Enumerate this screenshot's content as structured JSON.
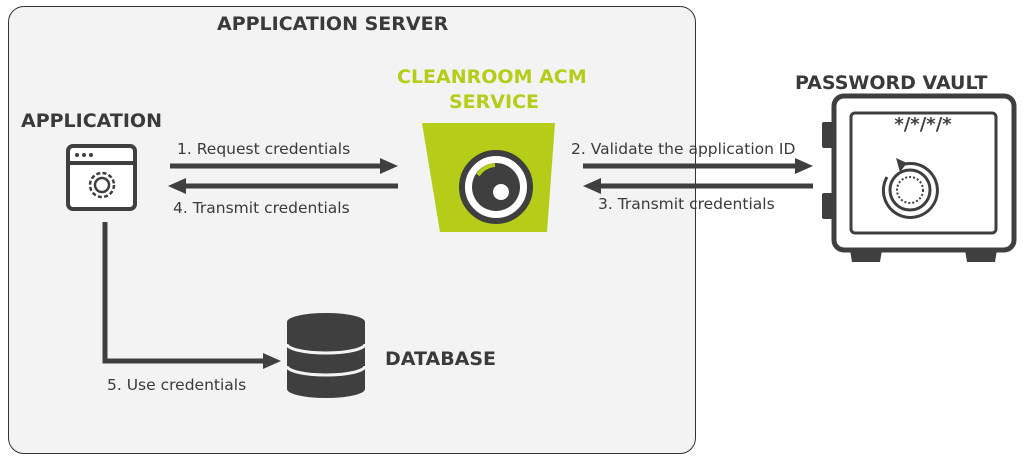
{
  "server": {
    "title": "APPLICATION SERVER"
  },
  "acm": {
    "title_line1": "CLEANROOM ACM",
    "title_line2": "SERVICE",
    "accent_color": "#b5cc18"
  },
  "application": {
    "title": "APPLICATION",
    "icon": "browser-gear-icon"
  },
  "vault": {
    "title": "PASSWORD VAULT",
    "icon": "safe-icon"
  },
  "database": {
    "title": "DATABASE",
    "icon": "database-icon"
  },
  "steps": {
    "step1": "1. Request credentials",
    "step2": "2. Validate the application ID",
    "step3": "3. Transmit credentials",
    "step4": "4. Transmit credentials",
    "step5": "5. Use credentials"
  },
  "colors": {
    "dark": "#3f3f3f",
    "panel": "#f3f3f3",
    "border": "#333333"
  }
}
